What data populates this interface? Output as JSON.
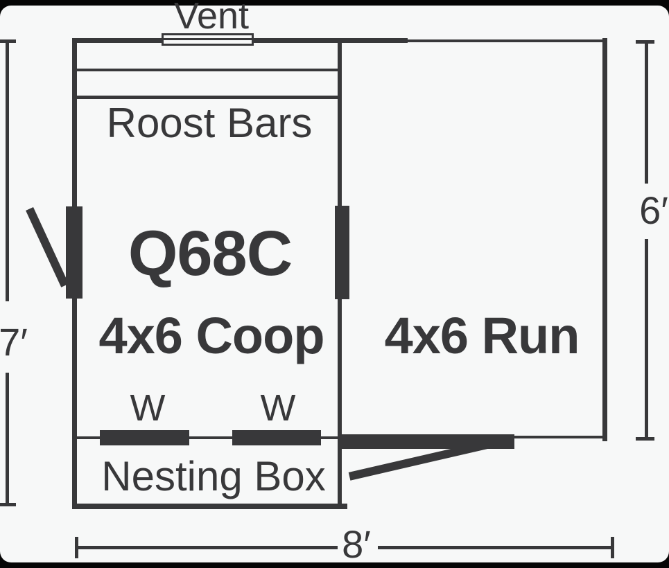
{
  "diagram": {
    "model_code": "Q68C",
    "coop_label": "4x6 Coop",
    "run_label": "4x6 Run",
    "vent_label": "Vent",
    "roost_label": "Roost Bars",
    "nesting_label": "Nesting Box",
    "window_label_1": "W",
    "window_label_2": "W",
    "dimensions": {
      "left_height": "7′",
      "right_height": "6′",
      "bottom_width": "8′"
    }
  },
  "colors": {
    "ink": "#38383a",
    "background": "#f7f8f8",
    "frame": "#060606"
  }
}
